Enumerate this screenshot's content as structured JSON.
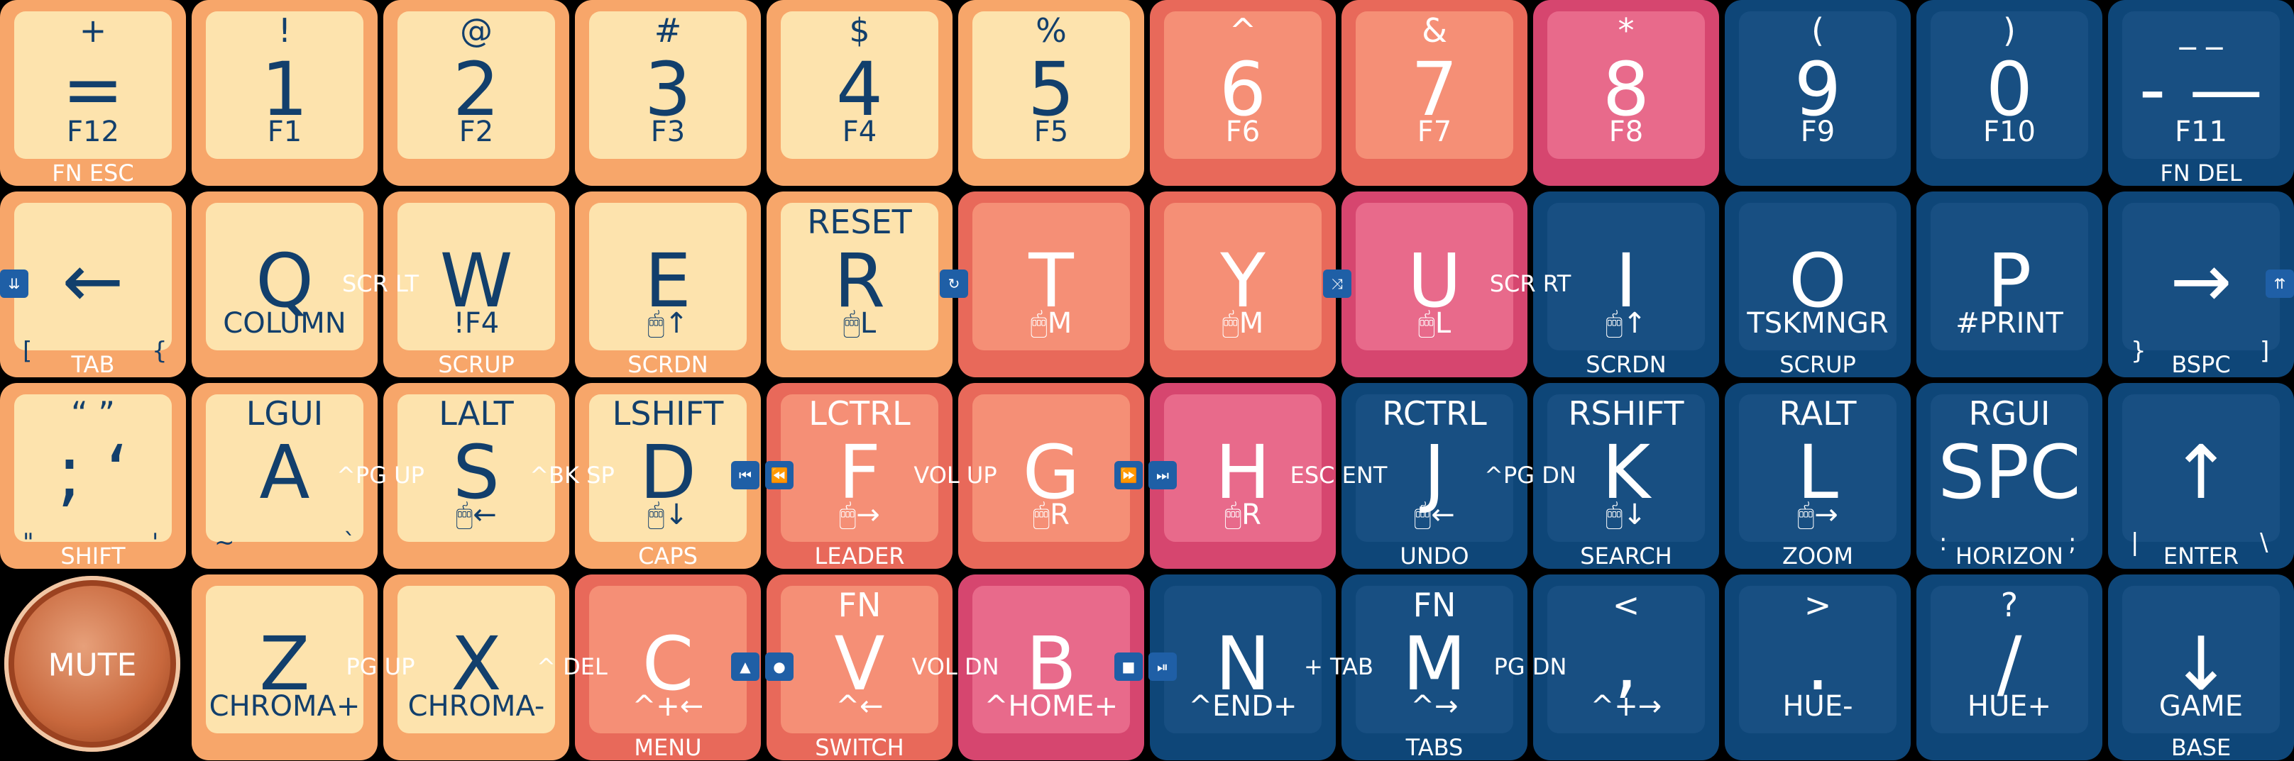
{
  "colors": {
    "peach": {
      "bg": "#f7a66a",
      "cap": "#fde3ad",
      "text": "#123f6c"
    },
    "salmon": {
      "bg": "#e8695a",
      "cap": "#f58f76",
      "text": "#ffffff"
    },
    "pink": {
      "bg": "#d6466f",
      "cap": "#e86a8b",
      "text": "#ffffff"
    },
    "navy": {
      "bg": "#0e4678",
      "cap": "#184f82",
      "text": "#ffffff"
    },
    "combo_box": "#1f5fa6"
  },
  "knob": {
    "label": "MUTE"
  },
  "rows": [
    [
      {
        "main": "=",
        "shift": "+",
        "sub": "F12",
        "label": "FN ESC",
        "color": "peach"
      },
      {
        "main": "1",
        "shift": "!",
        "sub": "F1",
        "label": "",
        "color": "peach"
      },
      {
        "main": "2",
        "shift": "@",
        "sub": "F2",
        "label": "",
        "color": "peach"
      },
      {
        "main": "3",
        "shift": "#",
        "sub": "F3",
        "label": "",
        "color": "peach"
      },
      {
        "main": "4",
        "shift": "$",
        "sub": "F4",
        "label": "",
        "color": "peach"
      },
      {
        "main": "5",
        "shift": "%",
        "sub": "F5",
        "label": "",
        "color": "peach"
      },
      {
        "main": "6",
        "shift": "^",
        "sub": "F6",
        "label": "",
        "color": "salmon"
      },
      {
        "main": "7",
        "shift": "&",
        "sub": "F7",
        "label": "",
        "color": "salmon"
      },
      {
        "main": "8",
        "shift": "*",
        "sub": "F8",
        "label": "",
        "color": "pink"
      },
      {
        "main": "9",
        "shift": "(",
        "sub": "F9",
        "label": "",
        "color": "navy"
      },
      {
        "main": "0",
        "shift": ")",
        "sub": "F10",
        "label": "",
        "color": "navy"
      },
      {
        "main": "- —",
        "shift": "_ _",
        "sub": "F11",
        "label": "FN DEL",
        "color": "navy"
      }
    ],
    [
      {
        "main": "←",
        "shift": "",
        "sub": "",
        "label": "TAB",
        "color": "peach",
        "bl": "[",
        "br": "{"
      },
      {
        "main": "Q",
        "shift": "",
        "sub": "COLUMN",
        "label": "",
        "color": "peach"
      },
      {
        "main": "W",
        "shift": "",
        "sub": "!F4",
        "label": "SCRUP",
        "color": "peach"
      },
      {
        "main": "E",
        "shift": "",
        "sub": "🖱↑",
        "label": "SCRDN",
        "color": "peach"
      },
      {
        "main": "R",
        "shift": "RESET",
        "sub": "🖱L",
        "label": "",
        "color": "peach"
      },
      {
        "main": "T",
        "shift": "",
        "sub": "🖱M",
        "label": "",
        "color": "salmon"
      },
      {
        "main": "Y",
        "shift": "",
        "sub": "🖱M",
        "label": "",
        "color": "salmon"
      },
      {
        "main": "U",
        "shift": "",
        "sub": "🖱L",
        "label": "",
        "color": "pink"
      },
      {
        "main": "I",
        "shift": "",
        "sub": "🖱↑",
        "label": "SCRDN",
        "color": "navy"
      },
      {
        "main": "O",
        "shift": "",
        "sub": "TSKMNGR",
        "label": "SCRUP",
        "color": "navy"
      },
      {
        "main": "P",
        "shift": "",
        "sub": "#PRINT",
        "label": "",
        "color": "navy"
      },
      {
        "main": "→",
        "shift": "",
        "sub": "",
        "label": "BSPC",
        "color": "navy",
        "bl": "}",
        "br": "]"
      }
    ],
    [
      {
        "main": "; ‘",
        "shift": "“ ”",
        "sub": "",
        "label": "SHIFT",
        "color": "peach",
        "bl": "\"",
        "br": "'"
      },
      {
        "main": "A",
        "shift": "LGUI",
        "sub": "",
        "label": "",
        "color": "peach",
        "bl": "~",
        "br": "`"
      },
      {
        "main": "S",
        "shift": "LALT",
        "sub": "🖱←",
        "label": "",
        "color": "peach"
      },
      {
        "main": "D",
        "shift": "LSHIFT",
        "sub": "🖱↓",
        "label": "CAPS",
        "color": "peach"
      },
      {
        "main": "F",
        "shift": "LCTRL",
        "sub": "🖱→",
        "label": "LEADER",
        "color": "salmon"
      },
      {
        "main": "G",
        "shift": "",
        "sub": "🖱R",
        "label": "",
        "color": "salmon"
      },
      {
        "main": "H",
        "shift": "",
        "sub": "🖱R",
        "label": "",
        "color": "pink"
      },
      {
        "main": "J",
        "shift": "RCTRL",
        "sub": "🖱←",
        "label": "UNDO",
        "color": "navy"
      },
      {
        "main": "K",
        "shift": "RSHIFT",
        "sub": "🖱↓",
        "label": "SEARCH",
        "color": "navy"
      },
      {
        "main": "L",
        "shift": "RALT",
        "sub": "🖱→",
        "label": "ZOOM",
        "color": "navy"
      },
      {
        "main": "SPC",
        "shift": "RGUI",
        "sub": "",
        "label": "HORIZON",
        "color": "navy",
        "bl": ":",
        "br": ";"
      },
      {
        "main": "↑",
        "shift": "",
        "sub": "",
        "label": "ENTER",
        "color": "navy",
        "bl": "|",
        "br": "\\"
      }
    ],
    [
      null,
      {
        "main": "Z",
        "shift": "",
        "sub": "CHROMA+",
        "label": "",
        "color": "peach"
      },
      {
        "main": "X",
        "shift": "",
        "sub": "CHROMA-",
        "label": "",
        "color": "peach"
      },
      {
        "main": "C",
        "shift": "",
        "sub": "^+←",
        "label": "MENU",
        "color": "salmon"
      },
      {
        "main": "V",
        "shift": "FN",
        "sub": "^←",
        "label": "SWITCH",
        "color": "salmon"
      },
      {
        "main": "B",
        "shift": "",
        "sub": "^HOME+",
        "label": "",
        "color": "pink"
      },
      {
        "main": "N",
        "shift": "",
        "sub": "^END+",
        "label": "",
        "color": "navy"
      },
      {
        "main": "M",
        "shift": "FN",
        "sub": "^→",
        "label": "TABS",
        "color": "navy"
      },
      {
        "main": ",",
        "shift": "<",
        "sub": "^+→",
        "label": "",
        "color": "navy"
      },
      {
        "main": ".",
        "shift": ">",
        "sub": "HUE-",
        "label": "",
        "color": "navy"
      },
      {
        "main": "/",
        "shift": "?",
        "sub": "HUE+",
        "label": "",
        "color": "navy"
      },
      {
        "main": "↓",
        "shift": "",
        "sub": "GAME",
        "label": "BASE",
        "color": "navy"
      }
    ]
  ],
  "combos": [
    {
      "name": "combo-scr-lt",
      "text": "SCR LT",
      "row": 1,
      "gap": 2,
      "icons": []
    },
    {
      "name": "combo-scr-rt",
      "text": "SCR RT",
      "row": 1,
      "gap": 8,
      "icons": []
    },
    {
      "name": "combo-pg-up-s",
      "text": "^PG UP",
      "row": 2,
      "gap": 2,
      "icons": []
    },
    {
      "name": "combo-bk-sp",
      "text": "^BK SP",
      "row": 2,
      "gap": 3,
      "icons": []
    },
    {
      "name": "combo-vol-up",
      "text": "VOL UP",
      "row": 2,
      "gap": 5,
      "icons": []
    },
    {
      "name": "combo-esc-ent",
      "text": "ESC ENT",
      "row": 2,
      "gap": 7,
      "icons": []
    },
    {
      "name": "combo-pg-dn-k",
      "text": "^PG DN",
      "row": 2,
      "gap": 8,
      "icons": []
    },
    {
      "name": "combo-pg-up-x",
      "text": "PG UP",
      "row": 3,
      "gap": 2,
      "icons": []
    },
    {
      "name": "combo-del",
      "text": "^ DEL",
      "row": 3,
      "gap": 3,
      "icons": []
    },
    {
      "name": "combo-vol-dn",
      "text": "VOL DN",
      "row": 3,
      "gap": 5,
      "icons": []
    },
    {
      "name": "combo-tab",
      "text": "+ TAB",
      "row": 3,
      "gap": 7,
      "icons": []
    },
    {
      "name": "combo-pg-dn-comma",
      "text": "PG DN",
      "row": 3,
      "gap": 8,
      "icons": []
    },
    {
      "name": "combo-prev-track",
      "text": "",
      "row": 2,
      "gap": 4,
      "icons": [
        "⏮",
        "⏪"
      ]
    },
    {
      "name": "combo-next-track",
      "text": "",
      "row": 2,
      "gap": 6,
      "icons": [
        "⏩",
        "⏭"
      ]
    },
    {
      "name": "combo-eject",
      "text": "",
      "row": 3,
      "gap": 4,
      "icons": [
        "▲",
        "●"
      ]
    },
    {
      "name": "combo-stop-play",
      "text": "",
      "row": 3,
      "gap": 6,
      "icons": [
        "■",
        "⏯"
      ]
    },
    {
      "name": "combo-lock-down",
      "text": "",
      "row": 1,
      "gap": 0,
      "icons": [
        "⇊"
      ]
    },
    {
      "name": "combo-lock-up",
      "text": "",
      "row": 1,
      "gap": 12,
      "icons": [
        "⇈"
      ]
    },
    {
      "name": "combo-reload",
      "text": "",
      "row": 1,
      "gap": 5,
      "icons": [
        "↻"
      ]
    },
    {
      "name": "combo-shuffle",
      "text": "",
      "row": 1,
      "gap": 7,
      "icons": [
        "⤨"
      ]
    }
  ]
}
